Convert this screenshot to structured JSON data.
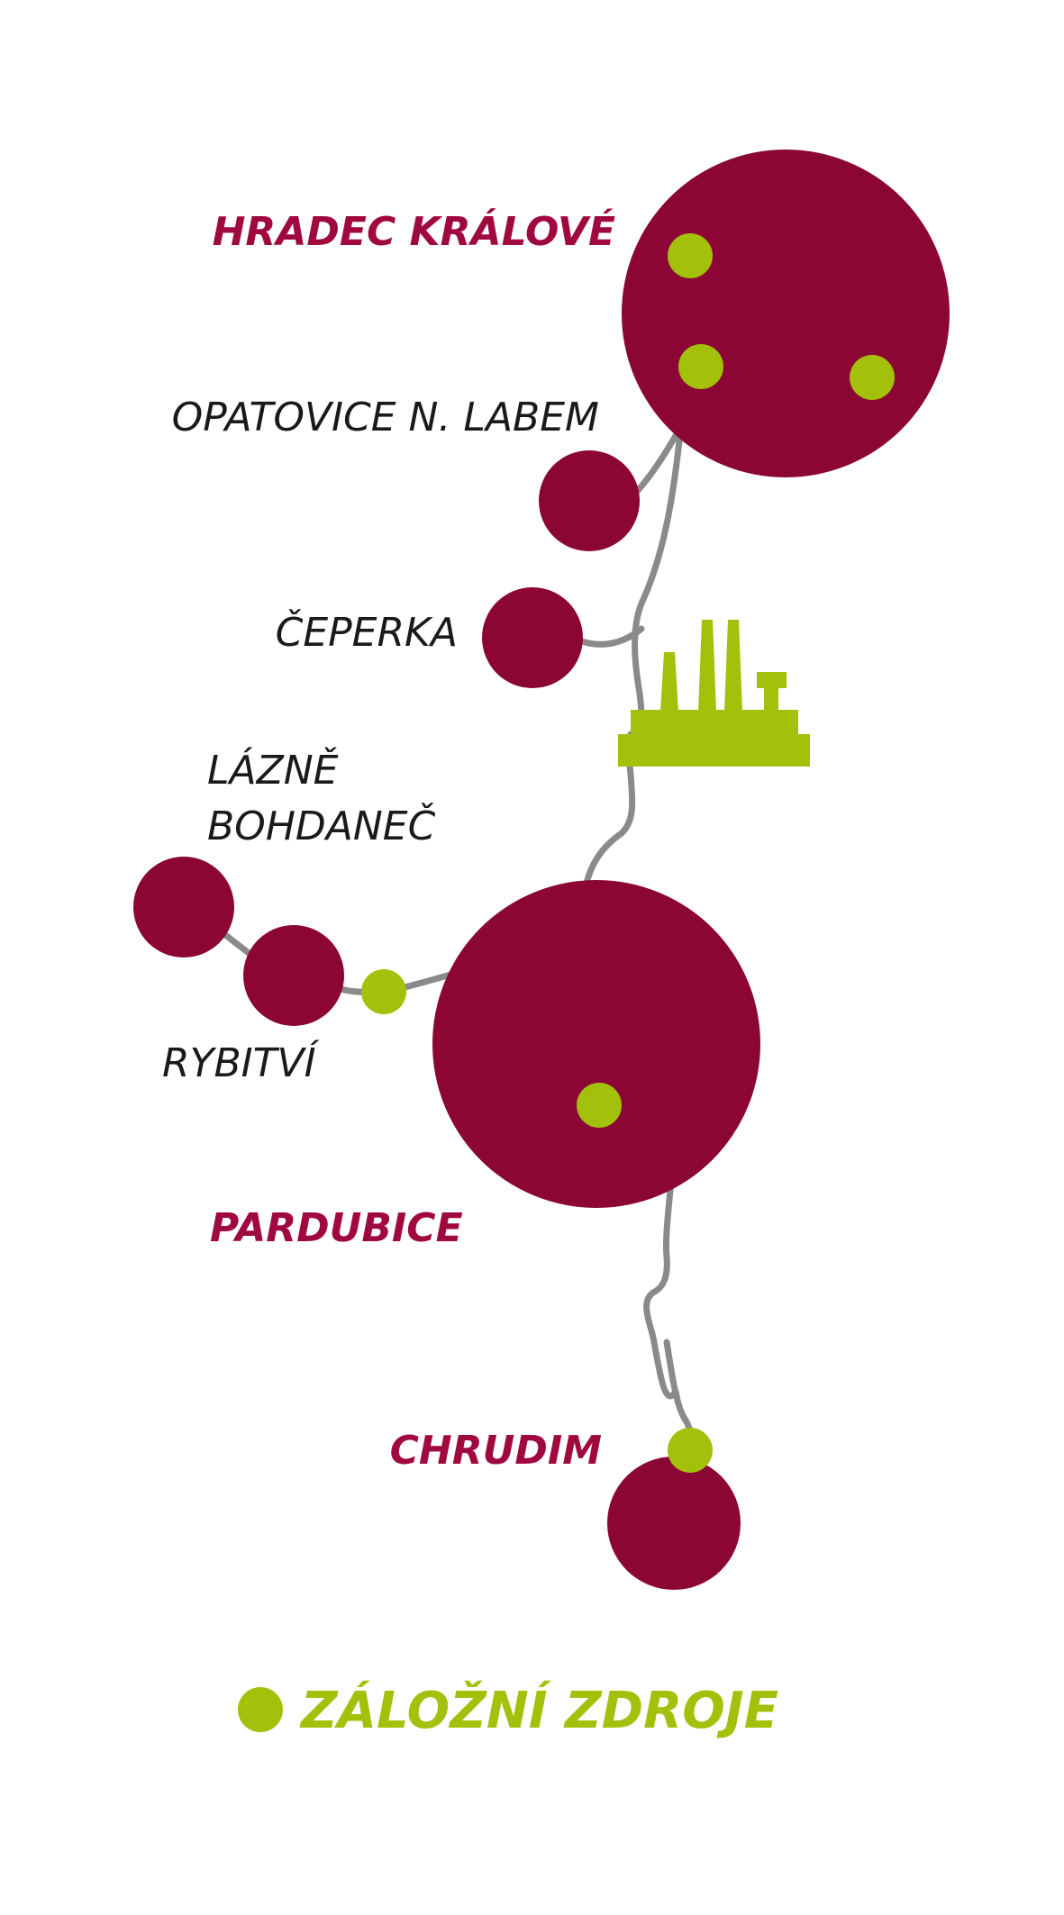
{
  "colors": {
    "city": "#8b0535",
    "backup": "#a3c00b",
    "plant": "#a3c00b",
    "pipeline": "#8a8a8a",
    "label_major": "#a0093f",
    "label_minor": "#1a1a1a",
    "legend_text": "#a3c00b",
    "background": "#ffffff"
  },
  "icons": {
    "plant": "factory-icon",
    "backup": "backup-source-dot-icon"
  },
  "nodes": {
    "hradec_kralove": {
      "label": "HRADEC KRÁLOVÉ",
      "size": "large",
      "backup_sources": 3
    },
    "opatovice": {
      "label": "OPATOVICE N. LABEM",
      "size": "small",
      "backup_sources": 0
    },
    "ceperka": {
      "label": "ČEPERKA",
      "size": "small",
      "backup_sources": 0
    },
    "lazne_bohdanec": {
      "label_lines": [
        "LÁZNĚ",
        "BOHDANEČ"
      ],
      "size": "small",
      "backup_sources": 0
    },
    "rybitvi": {
      "label": "RYBITVÍ",
      "size": "small",
      "backup_sources": 1
    },
    "pardubice": {
      "label": "PARDUBICE",
      "size": "large",
      "backup_sources": 1
    },
    "chrudim": {
      "label": "CHRUDIM",
      "size": "small",
      "backup_sources": 1
    }
  },
  "legend": {
    "backup_label": "ZÁLOŽNÍ ZDROJE"
  }
}
